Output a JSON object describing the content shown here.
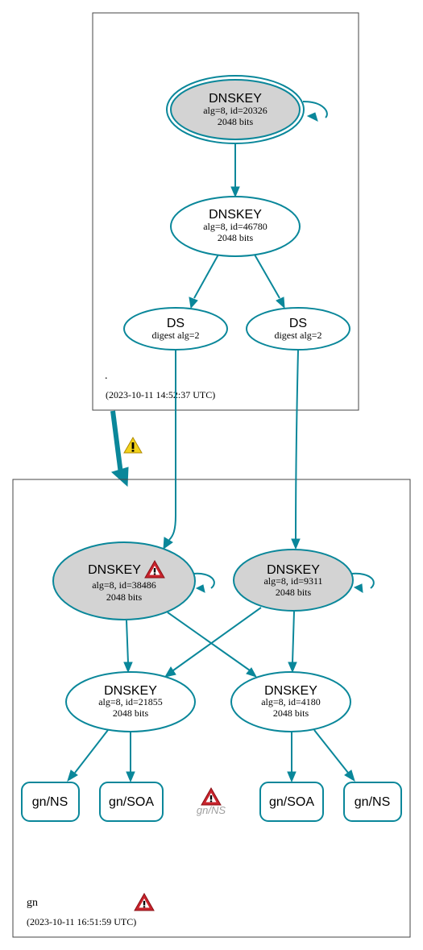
{
  "colors": {
    "edge": "#0a879a",
    "trusted_node_fill": "#d3d3d3",
    "node_fill": "#ffffff",
    "warning_yellow": "#f2d21b",
    "error_red": "#c8232c"
  },
  "root_zone": {
    "name": ".",
    "timestamp": "(2023-10-11 14:52:37 UTC)",
    "ksk": {
      "title": "DNSKEY",
      "line1": "alg=8, id=20326",
      "line2": "2048 bits"
    },
    "zsk": {
      "title": "DNSKEY",
      "line1": "alg=8, id=46780",
      "line2": "2048 bits"
    },
    "ds_left": {
      "title": "DS",
      "line1": "digest alg=2"
    },
    "ds_right": {
      "title": "DS",
      "line1": "digest alg=2"
    }
  },
  "delegation": {
    "status_icon": "warning-icon"
  },
  "gn_zone": {
    "name": "gn",
    "timestamp": "(2023-10-11 16:51:59 UTC)",
    "status_icon": "error-icon",
    "ksk_left": {
      "title": "DNSKEY",
      "line1": "alg=8, id=38486",
      "line2": "2048 bits",
      "status_icon": "error-icon"
    },
    "ksk_right": {
      "title": "DNSKEY",
      "line1": "alg=8, id=9311",
      "line2": "2048 bits"
    },
    "zsk_left": {
      "title": "DNSKEY",
      "line1": "alg=8, id=21855",
      "line2": "2048 bits"
    },
    "zsk_right": {
      "title": "DNSKEY",
      "line1": "alg=8, id=4180",
      "line2": "2048 bits"
    },
    "rrsets": {
      "ns_left": "gn/NS",
      "soa_left": "gn/SOA",
      "missing_ns": "gn/NS",
      "soa_right": "gn/SOA",
      "ns_right": "gn/NS"
    }
  }
}
